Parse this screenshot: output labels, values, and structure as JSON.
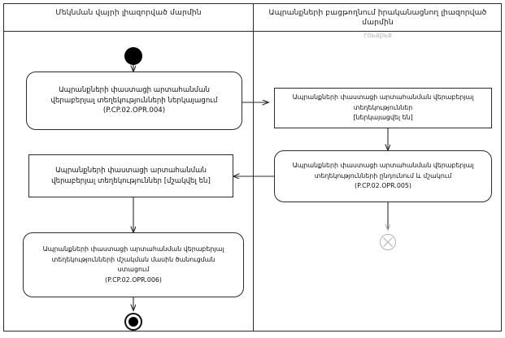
{
  "diagram": {
    "type": "uml-activity-diagram",
    "lanes": [
      {
        "id": "lane-left",
        "title": "Մեկնման վայրի լիազորված մարմին",
        "subtitle": ""
      },
      {
        "id": "lane-right",
        "title": "Ապրանքների բացթողնում իրականացնող լիազորված մարմին",
        "subtitle": "гоьарьв"
      }
    ],
    "nodes": {
      "initial": {
        "name": "initial-node",
        "label": ""
      },
      "left_action_1": {
        "shape": "rounded-rectangle",
        "lines": [
          "Ապրանքների փաստացի արտահանման",
          "վերաբերյալ տեղեկությունների ներկայացում",
          "(P.CP.02.OPR.004)"
        ]
      },
      "right_object_1": {
        "shape": "rectangle",
        "lines": [
          "Ապրանքների փաստացի արտահանման վերաբերյալ",
          "տեղեկություններ",
          "[ներկայացվել են]"
        ]
      },
      "right_action_1": {
        "shape": "rounded-rectangle",
        "lines": [
          "Ապրանքների փաստացի արտահանման վերաբերյալ",
          "տեղեկությունների ընդունում և մշակում",
          "(P.CP.02.OPR.005)"
        ]
      },
      "left_object_1": {
        "shape": "rectangle",
        "lines": [
          "Ապրանքների փաստացի արտահանման",
          "վերաբերյալ տեղեկություններ [մշակվել են]"
        ]
      },
      "left_action_2": {
        "shape": "rounded-rectangle",
        "lines": [
          "Ապրանքների փաստացի արտահանման վերաբերյալ",
          "տեղեկությունների մշակման մասին ծանուցման",
          "ստացում",
          "(P.CP.02.OPR.006)"
        ]
      },
      "flow_final": {
        "name": "flow-final-node",
        "label": ""
      },
      "activity_final": {
        "name": "activity-final-node",
        "label": ""
      }
    },
    "colors": {
      "stroke": "#2b2b2b",
      "background": "#ffffff",
      "text": "#111111",
      "faded": "#b5b5b5"
    }
  }
}
